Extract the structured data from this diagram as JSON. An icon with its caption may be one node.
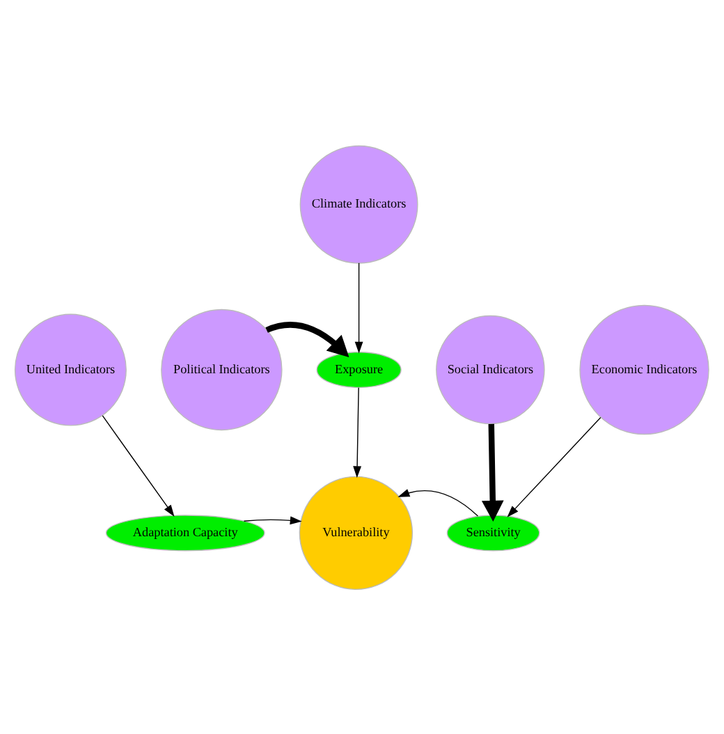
{
  "diagram": {
    "nodes": [
      {
        "text": [
          "Climate Indicators"
        ]
      },
      {
        "text": [
          "Political Indicators"
        ]
      },
      {
        "text": [
          "Exposure"
        ]
      },
      {
        "text": [
          "Social Indicators"
        ]
      },
      {
        "text": [
          "Vulnerability"
        ]
      },
      {
        "text": [
          "Adaptation Capacity"
        ]
      },
      {
        "text": [
          "Sensitivity"
        ]
      },
      {
        "text": [
          "United Indicators"
        ]
      },
      {
        "text": [
          "Economic Indicators"
        ]
      }
    ],
    "edges": [
      {
        "from": 0,
        "to": 2,
        "arrow": "to"
      },
      {
        "from": 1,
        "to": 2,
        "arrow": "to",
        "style": "thick"
      },
      {
        "from": 2,
        "to": 4,
        "arrow": "to"
      },
      {
        "from": 3,
        "to": 6,
        "arrow": "to",
        "style": "thick"
      },
      {
        "from": 8,
        "to": 6,
        "arrow": "to"
      },
      {
        "from": 6,
        "to": 4,
        "arrow": "to"
      },
      {
        "from": 7,
        "to": 5,
        "arrow": "to"
      },
      {
        "from": 5,
        "to": 4,
        "arrow": "to"
      }
    ]
  }
}
